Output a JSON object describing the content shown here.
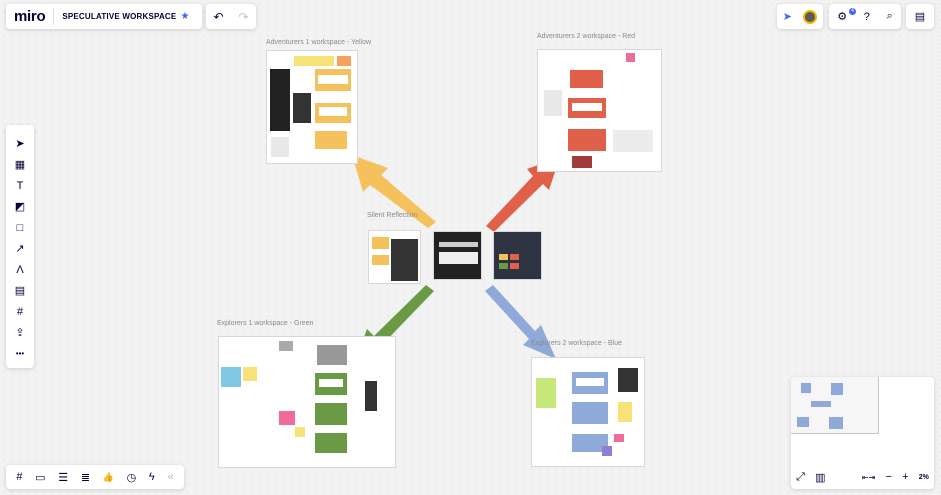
{
  "app": {
    "logo": "miro",
    "board_name": "SPECULATIVE WORKSPACE",
    "star": "★"
  },
  "toolbar": {
    "undo": "↶",
    "redo": "↷",
    "notifications_count": "4"
  },
  "tools": [
    {
      "name": "select-tool",
      "icon": "➤"
    },
    {
      "name": "templates-tool",
      "icon": "▦"
    },
    {
      "name": "text-tool",
      "icon": "T"
    },
    {
      "name": "sticky-note-tool",
      "icon": "◩"
    },
    {
      "name": "shape-tool",
      "icon": "□"
    },
    {
      "name": "line-tool",
      "icon": "↗"
    },
    {
      "name": "pen-tool",
      "icon": "Λ"
    },
    {
      "name": "comment-tool",
      "icon": "▤"
    },
    {
      "name": "frame-tool",
      "icon": "#"
    },
    {
      "name": "upload-tool",
      "icon": "⇪"
    },
    {
      "name": "more-tools",
      "icon": "•••"
    }
  ],
  "bottom_tools": [
    {
      "name": "frames-button",
      "icon": "#"
    },
    {
      "name": "present-button",
      "icon": "▭"
    },
    {
      "name": "chat-button",
      "icon": "☰"
    },
    {
      "name": "cards-button",
      "icon": "≣"
    },
    {
      "name": "vote-button",
      "icon": "👍"
    },
    {
      "name": "timer-button",
      "icon": "◷"
    },
    {
      "name": "activity-button",
      "icon": "ϟ"
    },
    {
      "name": "collapse-button",
      "icon": "«"
    }
  ],
  "frames": {
    "yellow": "Adventurers 1 workspace - Yellow",
    "red": "Adventurers 2 workspace - Red",
    "center": "Silent Reflection",
    "green": "Explorers 1 workspace - Green",
    "blue": "Explorers 2 workspace - Blue"
  },
  "zoom": {
    "value": "2%",
    "fit": "⇤⇥",
    "minus": "−",
    "plus": "+"
  },
  "colors": {
    "yellow": "#f5c15c",
    "red": "#e06049",
    "green": "#6b9a47",
    "blue": "#8fa9d9",
    "accent": "#4262ff"
  }
}
